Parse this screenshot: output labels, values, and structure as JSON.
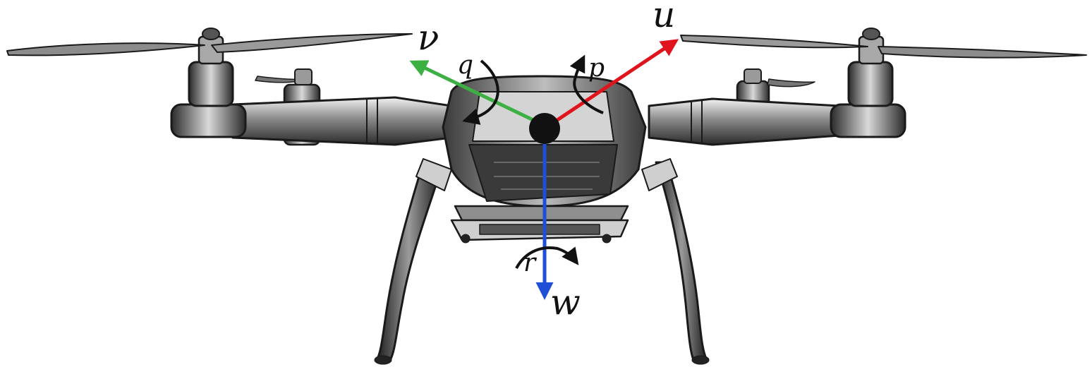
{
  "diagram": {
    "axes": [
      {
        "id": "u",
        "label": "u",
        "color": "#e0141c"
      },
      {
        "id": "v",
        "label": "ν",
        "color": "#3cb043"
      },
      {
        "id": "w",
        "label": "w",
        "color": "#1f4fd6"
      }
    ],
    "rotations": [
      {
        "id": "p",
        "label": "p"
      },
      {
        "id": "q",
        "label": "q"
      },
      {
        "id": "r",
        "label": "r"
      }
    ],
    "colors": {
      "outline": "#1a1a1a",
      "body_shade": "#6e6e6e",
      "light_shade": "#d8d8d8",
      "center_dot": "#111111",
      "rotation_arrow": "#111111"
    }
  }
}
